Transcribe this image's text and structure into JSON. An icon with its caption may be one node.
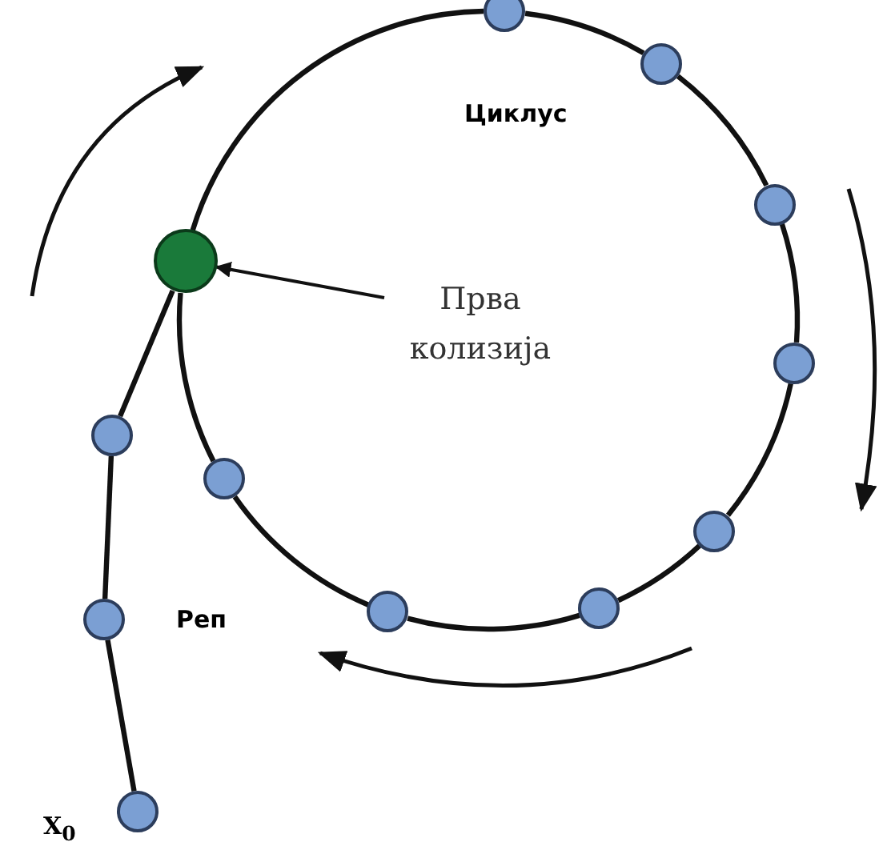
{
  "diagram": {
    "nodes": [
      {
        "text": [],
        "shape": "circle",
        "beside": [
          "X$_{0}$"
        ]
      },
      {
        "text": [],
        "shape": "circle"
      },
      {
        "text": [],
        "shape": "circle"
      },
      {
        "text": [],
        "shape": "circle"
      },
      {
        "text": [],
        "shape": "circle"
      },
      {
        "text": [],
        "shape": "circle"
      },
      {
        "text": [],
        "shape": "circle"
      },
      {
        "text": [],
        "shape": "circle"
      },
      {
        "text": [],
        "shape": "circle"
      },
      {
        "text": [],
        "shape": "circle"
      },
      {
        "text": [],
        "shape": "circle"
      },
      {
        "text": [],
        "shape": "circle"
      },
      {
        "text": [
          "Прва колизија"
        ]
      }
    ],
    "edges": [
      {
        "from": 0,
        "to": 1,
        "arrow": "none"
      },
      {
        "from": 1,
        "to": 2,
        "arrow": "none"
      },
      {
        "from": 2,
        "to": 3,
        "arrow": "none"
      },
      {
        "from": 3,
        "to": 4,
        "arrow": "none"
      },
      {
        "from": 4,
        "to": 5,
        "arrow": "none"
      },
      {
        "from": 5,
        "to": 6,
        "arrow": "none"
      },
      {
        "from": 6,
        "to": 7,
        "arrow": "none"
      },
      {
        "from": 7,
        "to": 8,
        "arrow": "none"
      },
      {
        "from": 8,
        "to": 9,
        "arrow": "none"
      },
      {
        "from": 9,
        "to": 10,
        "arrow": "none"
      },
      {
        "from": 10,
        "to": 11,
        "arrow": "none"
      },
      {
        "from": 11,
        "to": 3,
        "arrow": "none"
      },
      {
        "from": 12,
        "to": 3,
        "arrow": "to"
      }
    ],
    "labels": [
      "Циклус",
      "Реп"
    ]
  }
}
